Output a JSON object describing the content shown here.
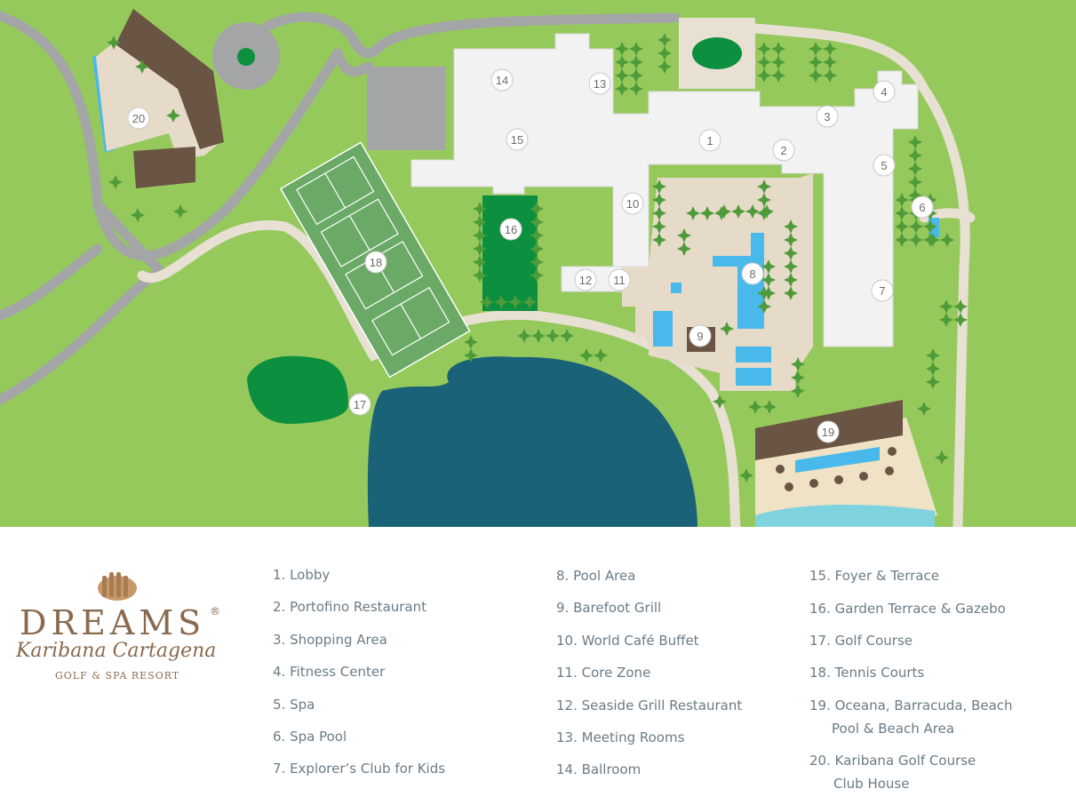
{
  "colors": {
    "grass": "#96c95c",
    "path": "#e7e0d3",
    "road": "#a3a5a7",
    "building": "#f2f2f2",
    "deck": "#e6dbc9",
    "pool": "#49b9ec",
    "lake": "#1a6278",
    "dark_green": "#0c8f3e",
    "roof": "#6a5443",
    "sand": "#efe2c5",
    "sea": "#7fd3df",
    "legend_text": "#6b7b86",
    "brand": "#8a6a4e"
  },
  "markers": [
    "1",
    "2",
    "3",
    "4",
    "5",
    "6",
    "7",
    "8",
    "9",
    "10",
    "11",
    "12",
    "13",
    "14",
    "15",
    "16",
    "17",
    "18",
    "19",
    "20"
  ],
  "legend": {
    "col1": [
      "1. Lobby",
      "2. Portofino Restaurant",
      "3. Shopping Area",
      "4. Fitness Center",
      "5. Spa",
      "6. Spa Pool",
      "7. Explorer’s Club for Kids"
    ],
    "col2": [
      "8. Pool Area",
      "9. Barefoot Grill",
      "10. World Café Buffet",
      "11. Core Zone",
      "12. Seaside Grill Restaurant",
      "13. Meeting Rooms",
      "14. Ballroom"
    ],
    "col3": [
      "15. Foyer & Terrace",
      "16. Garden Terrace & Gazebo",
      "17. Golf Course",
      "18. Tennis Courts",
      "19. Oceana, Barracuda, Beach",
      "Pool & Beach Area",
      "20. Karibana Golf Course",
      "Club House"
    ]
  },
  "brand": {
    "name": "DREAMS",
    "registered": "®",
    "location": "Karibana Cartagena",
    "subtitle": "GOLF & SPA RESORT",
    "logo_icon": "shell-icon"
  }
}
